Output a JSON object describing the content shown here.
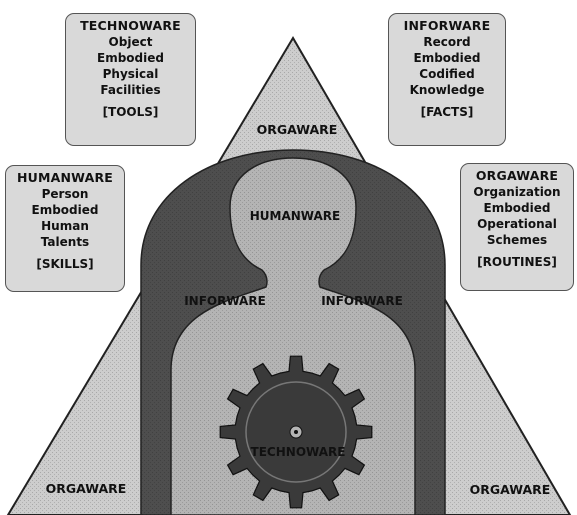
{
  "boxes": {
    "technoware": {
      "title": "TECHNOWARE",
      "lines": [
        "Object",
        "Embodied",
        "Physical",
        "Facilities"
      ],
      "tag": "[TOOLS]"
    },
    "inforware": {
      "title": "INFORWARE",
      "lines": [
        "Record",
        "Embodied",
        "Codified",
        "Knowledge"
      ],
      "tag": "[FACTS]"
    },
    "humanware": {
      "title": "HUMANWARE",
      "lines": [
        "Person",
        "Embodied",
        "Human",
        "Talents"
      ],
      "tag": "[SKILLS]"
    },
    "orgaware": {
      "title": "ORGAWARE",
      "lines": [
        "Organization",
        "Embodied",
        "Operational",
        "Schemes"
      ],
      "tag": "[ROUTINES]"
    }
  },
  "triangle_labels": {
    "orgaware_top": "ORGAWARE",
    "orgaware_bottom_left": "ORGAWARE",
    "orgaware_bottom_right": "ORGAWARE"
  },
  "figure_labels": {
    "humanware": "HUMANWARE",
    "inforware_left": "INFORWARE",
    "inforware_right": "INFORWARE",
    "technoware": "TECHNOWARE"
  },
  "colors": {
    "triangle_fill": "#cdcdcd",
    "inforware_band": "#4e4e4e",
    "figure_fill": "#b4b4b4",
    "gear_fill": "#3a3a3a",
    "box_fill": "#d9d9d9"
  }
}
